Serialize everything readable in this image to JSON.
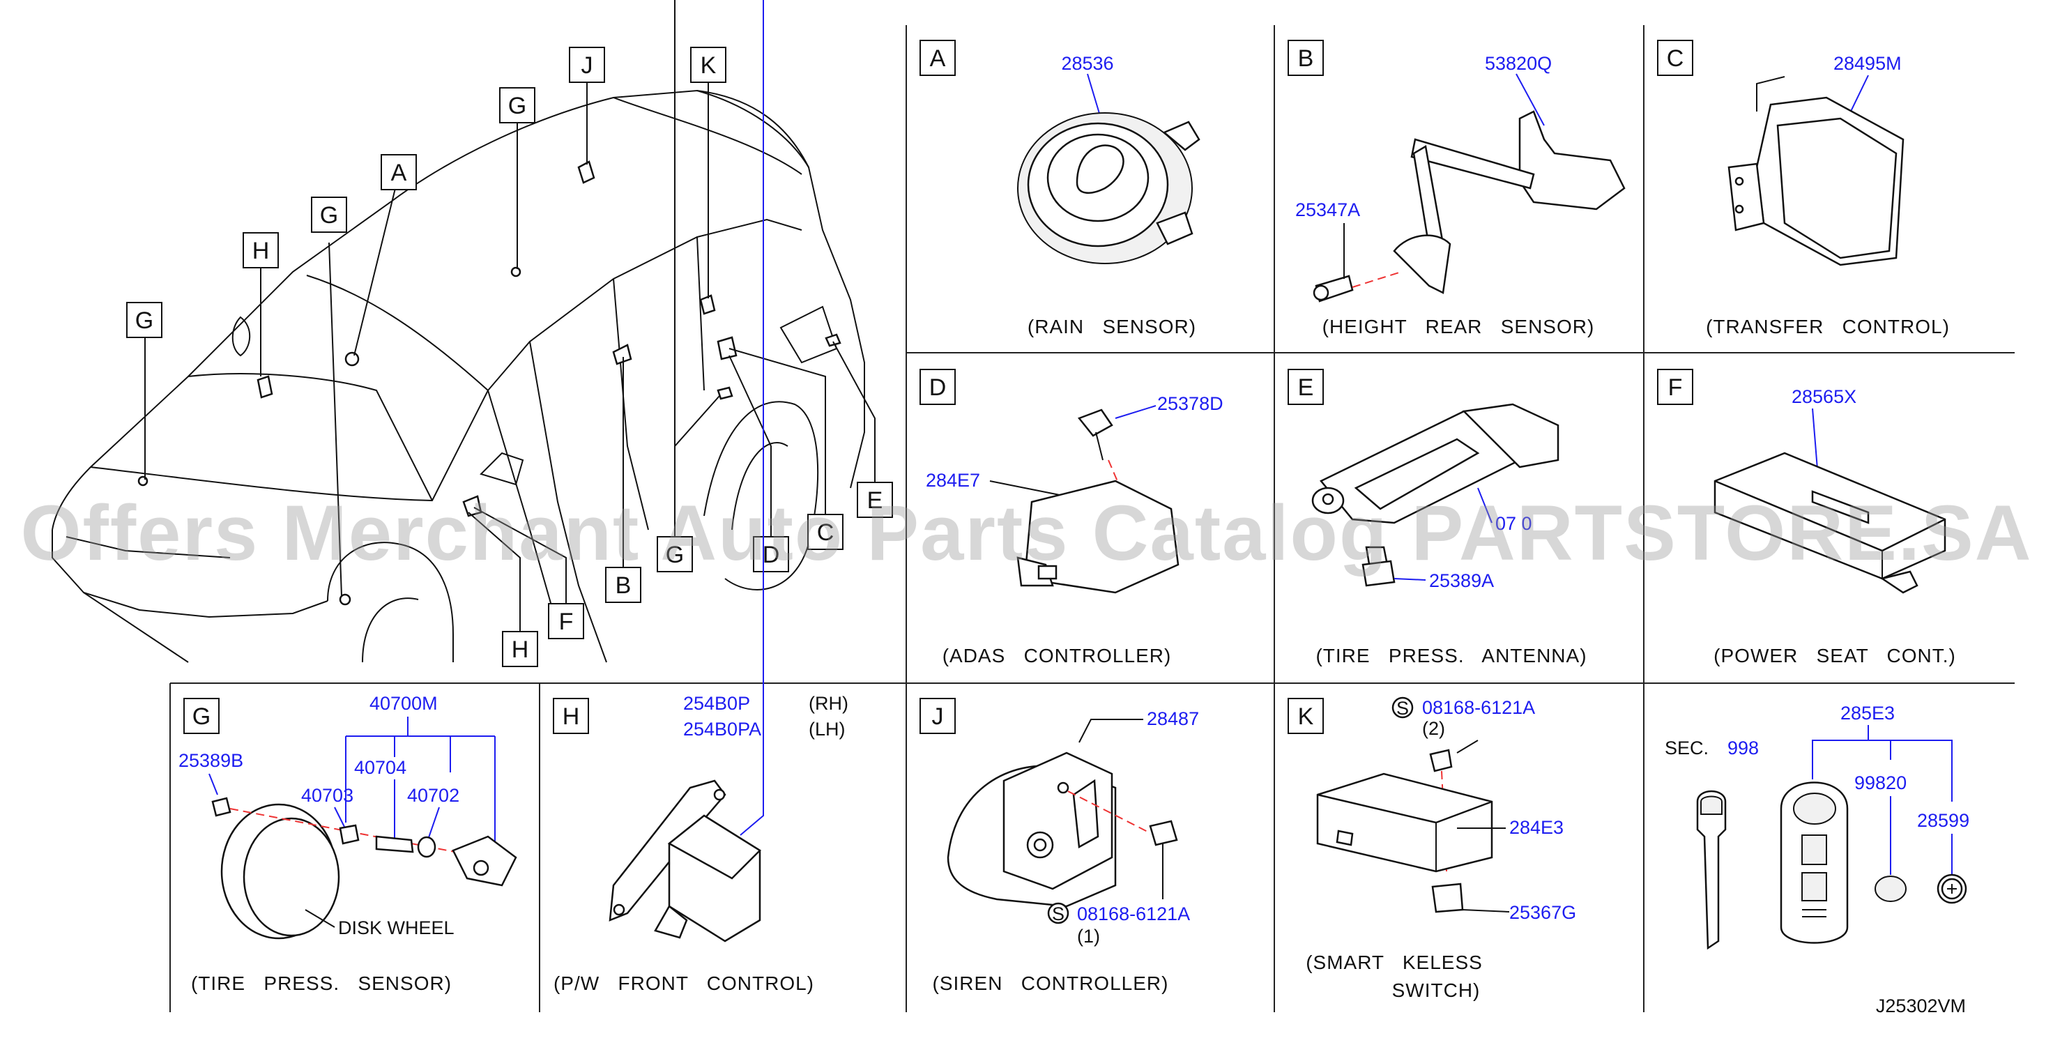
{
  "diagram_code": "J25302VM",
  "watermark": "Offers Merchant Auto Parts Catalog PARTSTORE.SA",
  "vehicle_callouts": [
    "G",
    "H",
    "G",
    "A",
    "G",
    "J",
    "K",
    "B",
    "G",
    "D",
    "C",
    "E",
    "F",
    "H"
  ],
  "panels": {
    "A": {
      "letter": "A",
      "title": "(RAIN   SENSOR)",
      "parts": [
        "28536"
      ]
    },
    "B": {
      "letter": "B",
      "title": "(HEIGHT   REAR   SENSOR)",
      "parts": [
        "53820Q",
        "25347A"
      ]
    },
    "C": {
      "letter": "C",
      "title": "(TRANSFER   CONTROL)",
      "parts": [
        "28495M"
      ]
    },
    "D": {
      "letter": "D",
      "title": "(ADAS   CONTROLLER)",
      "parts": [
        "25378D",
        "284E7"
      ]
    },
    "E": {
      "letter": "E",
      "title": "(TIRE   PRESS.   ANTENNA)",
      "parts": [
        "07  0",
        "25389A"
      ]
    },
    "F": {
      "letter": "F",
      "title": "(POWER   SEAT   CONT.)",
      "parts": [
        "28565X"
      ]
    },
    "G": {
      "letter": "G",
      "title": "(TIRE   PRESS.   SENSOR)",
      "parts": [
        "40700M",
        "25389B",
        "40704",
        "40703",
        "40702"
      ],
      "note": "DISK   WHEEL"
    },
    "H": {
      "letter": "H",
      "title": "(P/W   FRONT   CONTROL)",
      "parts": [
        "254B0P",
        "254B0PA"
      ],
      "sides": [
        "(RH)",
        "(LH)"
      ]
    },
    "J": {
      "letter": "J",
      "title": "(SIREN   CONTROLLER)",
      "parts": [
        "28487",
        "08168-6121A"
      ],
      "s_mark": "S",
      "qty": "(1)"
    },
    "K": {
      "letter": "K",
      "title_lines": [
        "(SMART   KELESS",
        "SWITCH)"
      ],
      "parts": [
        "08168-6121A",
        "284E3",
        "25367G"
      ],
      "s_mark": "S",
      "qty": "(2)"
    },
    "key": {
      "sec_label": "SEC.",
      "sec_num": "998",
      "parts": [
        "285E3",
        "99820",
        "28599"
      ]
    }
  }
}
